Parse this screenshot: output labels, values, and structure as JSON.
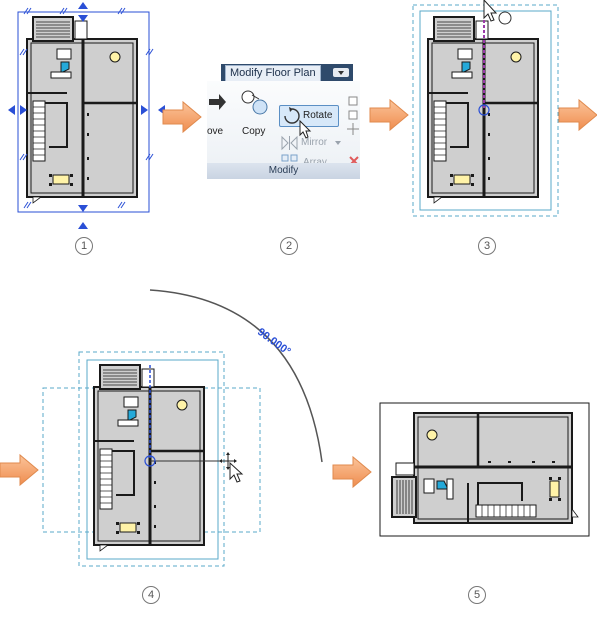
{
  "ribbon": {
    "tab_title": "Modify Floor Plan",
    "move_label": "ove",
    "copy_label": "Copy",
    "rotate_label": "Rotate",
    "mirror_label": "Mirror",
    "array_label": "Array",
    "panel_label": "Modify"
  },
  "angle_readout": "90.000°",
  "steps": [
    "1",
    "2",
    "3",
    "4",
    "5"
  ],
  "colors": {
    "selection_blue": "#2a4fd6",
    "dashed_cyan": "#5aa8c8",
    "arrow_orange": "#f5a36a",
    "room_gray": "#cccccc",
    "wall_black": "#1a1a1a"
  }
}
